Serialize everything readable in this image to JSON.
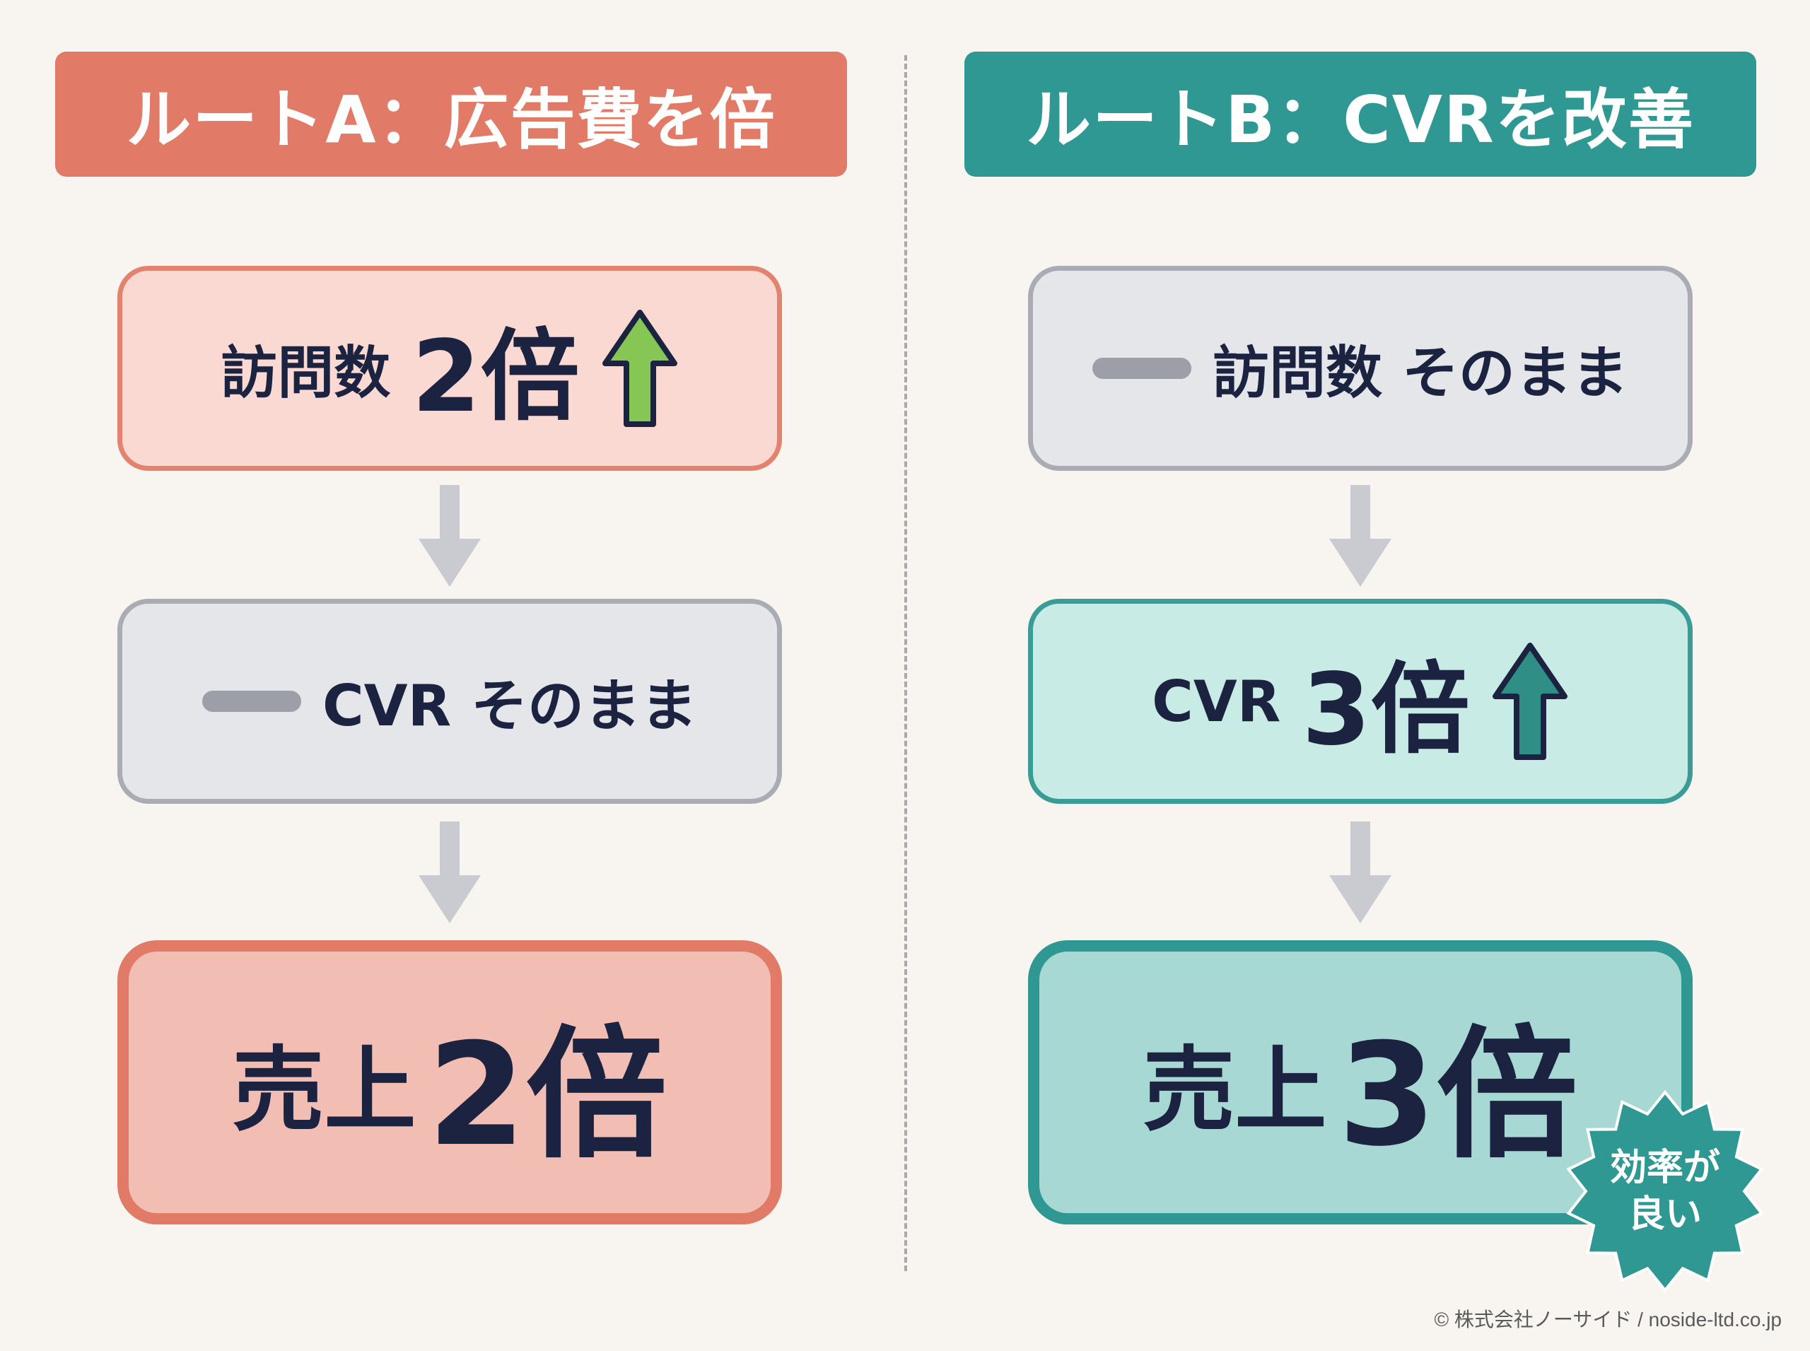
{
  "route_a": {
    "title": "ルートA：広告費を倍",
    "step1": {
      "label": "訪問数",
      "value": "2倍"
    },
    "step2": {
      "label": "CVR そのまま"
    },
    "result": {
      "label": "売上",
      "value": "2倍"
    }
  },
  "route_b": {
    "title": "ルートB：CVRを改善",
    "step1": {
      "label": "訪問数 そのまま"
    },
    "step2": {
      "label": "CVR",
      "value": "3倍"
    },
    "result": {
      "label": "売上",
      "value": "3倍"
    },
    "badge": {
      "line1": "効率が",
      "line2": "良い"
    }
  },
  "footer": "© 株式会社ノーサイド / noside-ltd.co.jp",
  "colors": {
    "route_a_accent": "#e17a66",
    "route_b_accent": "#2f9893",
    "up_arrow_green": "#86c654",
    "up_arrow_teal": "#2f8f86",
    "neutral_grey": "#a9acb3"
  },
  "icons": {
    "up_arrow": "arrow-up-icon",
    "down_arrow": "arrow-down-icon",
    "unchanged": "dash-icon",
    "badge": "starburst-badge-icon"
  }
}
